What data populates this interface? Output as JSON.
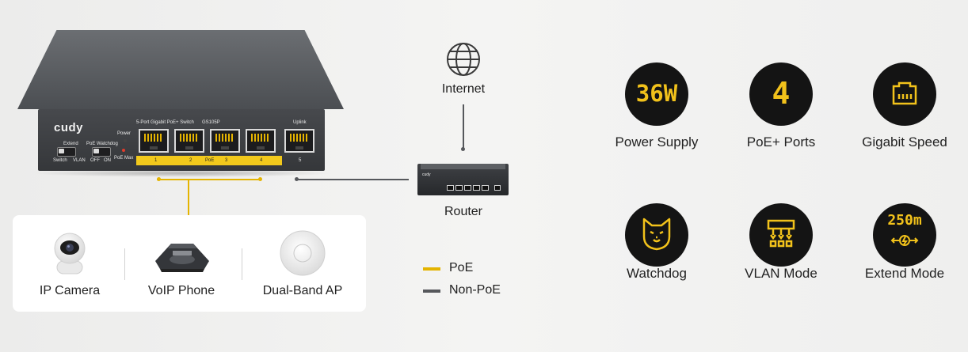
{
  "switch": {
    "brand": "cudy",
    "model_label": "5-Port Gigabit PoE+ Switch",
    "model_code": "GS105P",
    "uplink_label": "Uplink",
    "power_label": "Power",
    "extend_label": "Extend",
    "extend_switch_label": "Switch",
    "extend_vlan_label": "VLAN",
    "watchdog_label": "PoE Watchdog",
    "watchdog_off": "OFF",
    "watchdog_on": "ON",
    "poe_max_label": "PoE Max",
    "strip_labels": [
      "1",
      "2",
      "PoE",
      "3",
      "4"
    ],
    "uplink_number": "5"
  },
  "internet": {
    "label": "Internet",
    "icon": "globe-icon"
  },
  "router": {
    "label": "Router",
    "brand": "cudy"
  },
  "devices": [
    {
      "label": "IP Camera",
      "icon": "ip-camera-icon"
    },
    {
      "label": "VoIP Phone",
      "icon": "voip-phone-icon"
    },
    {
      "label": "Dual-Band AP",
      "icon": "access-point-icon"
    }
  ],
  "legend": {
    "poe": {
      "label": "PoE",
      "color": "#e4b400"
    },
    "non_poe": {
      "label": "Non-PoE",
      "color": "#56585c"
    }
  },
  "features": [
    {
      "text": "36W",
      "label": "Power Supply",
      "icon": "power-text-icon"
    },
    {
      "text": "4",
      "label": "PoE+ Ports",
      "icon": "ports-text-icon"
    },
    {
      "text": "",
      "label": "Gigabit Speed",
      "icon": "ethernet-port-icon"
    },
    {
      "text": "",
      "label": "Watchdog",
      "icon": "dog-icon"
    },
    {
      "text": "",
      "label": "VLAN Mode",
      "icon": "vlan-icon"
    },
    {
      "text": "250m",
      "label": "Extend Mode",
      "icon": "extend-range-icon"
    }
  ],
  "colors": {
    "accent": "#f2c21b",
    "icon_bg": "#141414"
  }
}
